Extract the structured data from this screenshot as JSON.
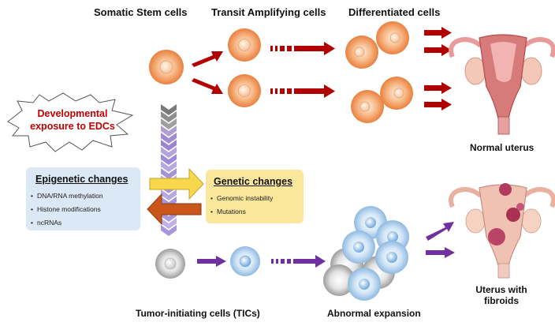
{
  "labels": {
    "somatic": "Somatic Stem cells",
    "transit": "Transit Amplifying cells",
    "differentiated": "Differentiated cells",
    "normal_uterus": "Normal uterus",
    "fibroid_uterus": "Uterus with fibroids",
    "tics": "Tumor-initiating cells (TICs)",
    "abnormal": "Abnormal expansion"
  },
  "developmental": {
    "line1": "Developmental",
    "line2": "exposure to EDCs"
  },
  "epigenetic": {
    "title": "Epigenetic changes",
    "items": [
      "DNA/RNA methylation",
      "Histone modifications",
      "ncRNAs"
    ]
  },
  "genetic": {
    "title": "Genetic changes",
    "items": [
      "Genomic instability",
      "Mutations"
    ]
  },
  "colors": {
    "red_arrow": "#b00000",
    "purple_arrow": "#7030a0",
    "orange_cell": "#f2a06a",
    "blue_cell": "#bcd9f2",
    "epi_box": "#dbe8f5",
    "gen_box": "#fbe79b",
    "title_red": "#c00000"
  }
}
